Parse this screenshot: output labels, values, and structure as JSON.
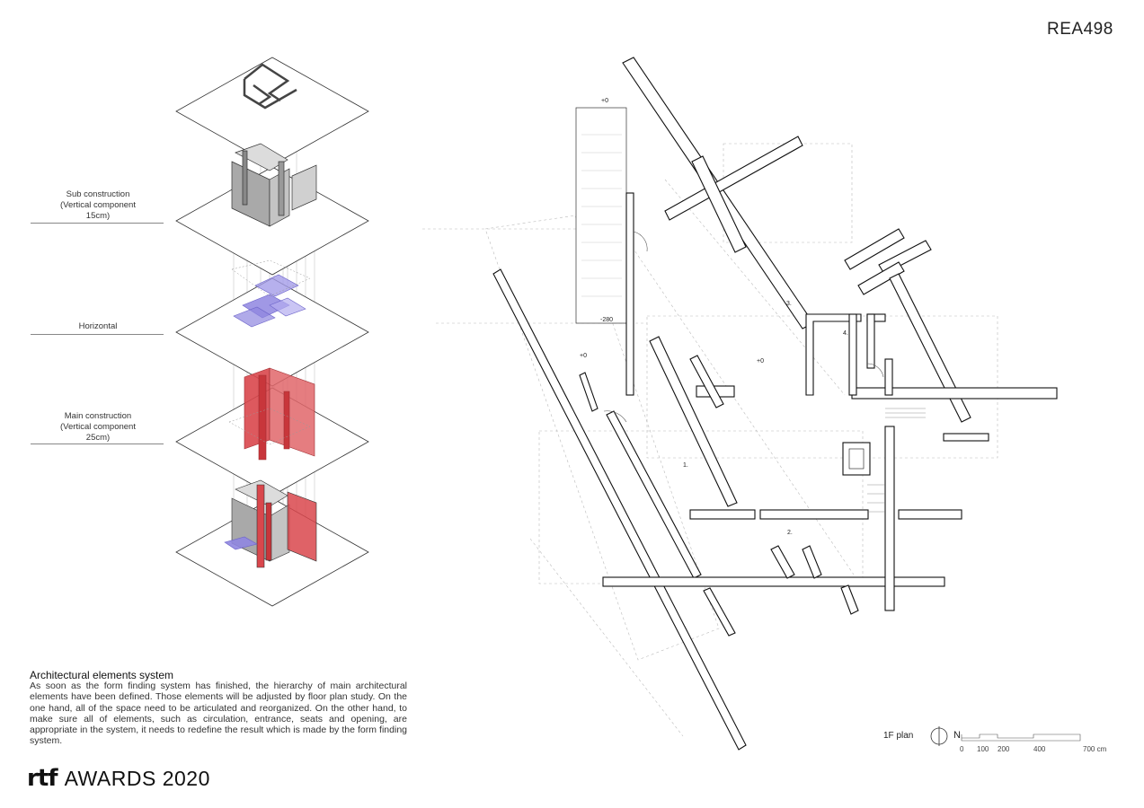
{
  "project_code": "REA498",
  "axonometric": {
    "labels": [
      {
        "key": "sub",
        "lines": [
          "Sub  construction",
          "(Vertical component",
          "15cm)"
        ]
      },
      {
        "key": "horizontal",
        "lines": [
          "Horizontal"
        ]
      },
      {
        "key": "main",
        "lines": [
          "Main  construction",
          "(Vertical component",
          "25cm)"
        ]
      }
    ],
    "colors": {
      "sub": "#a9a9a9",
      "horizontal": "#8f86e0",
      "main": "#d9474c"
    }
  },
  "description": {
    "title": "Architectural elements system",
    "body": "As soon as the form finding system has finished, the hierarchy of main architectural elements have been defined. Those elements will be adjusted by floor plan study. On the one hand, all of the space need to be articulated and reorganized. On the other hand, to make sure all of elements, such as circulation, entrance, seats and opening, are appropriate in the system, it needs to redefine the result which is made by the form finding system."
  },
  "awards": {
    "logo": "rtf",
    "text": "AWARDS 2020"
  },
  "plan": {
    "title": "1F plan",
    "north": "N",
    "levels": [
      "+0",
      "-280",
      "+0",
      "+0"
    ],
    "rooms": [
      "1.",
      "2.",
      "3.",
      "4."
    ],
    "scale_ticks": [
      "0",
      "100",
      "200",
      "400",
      "700 cm"
    ]
  }
}
